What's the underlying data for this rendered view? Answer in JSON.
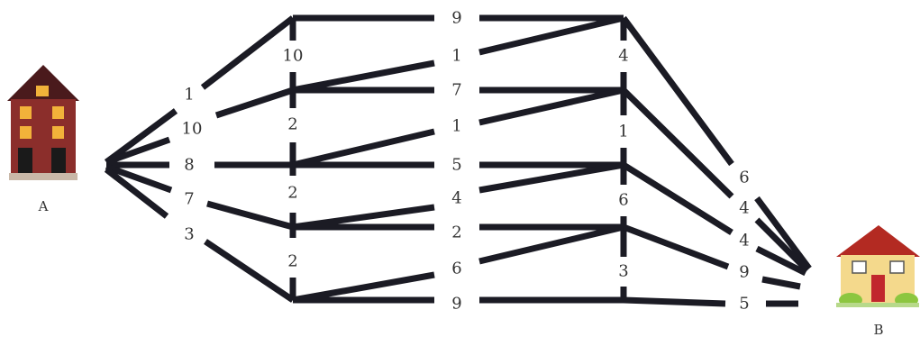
{
  "houses": {
    "start": {
      "label": "A",
      "wall_color": "#8b2e2b",
      "roof_color": "#4a1a1c",
      "window_color": "#f2b23a"
    },
    "end": {
      "label": "B",
      "wall_color": "#f4d98c",
      "roof_color": "#b32a22",
      "door_color": "#c1272d",
      "lawn_color": "#8cc63f"
    }
  },
  "roads": {
    "from_a": [
      {
        "id": "a-1",
        "label": "1"
      },
      {
        "id": "a-2",
        "label": "10"
      },
      {
        "id": "a-3",
        "label": "8"
      },
      {
        "id": "a-4",
        "label": "7"
      },
      {
        "id": "a-5",
        "label": "3"
      }
    ],
    "first_column": [
      {
        "id": "c1-1",
        "label": "10"
      },
      {
        "id": "c1-2",
        "label": "2"
      },
      {
        "id": "c1-3",
        "label": "2"
      },
      {
        "id": "c1-4",
        "label": "2"
      }
    ],
    "middle": [
      {
        "id": "m-1",
        "label": "9"
      },
      {
        "id": "m-2",
        "label": "1"
      },
      {
        "id": "m-3",
        "label": "7"
      },
      {
        "id": "m-4",
        "label": "1"
      },
      {
        "id": "m-5",
        "label": "5"
      },
      {
        "id": "m-6",
        "label": "4"
      },
      {
        "id": "m-7",
        "label": "2"
      },
      {
        "id": "m-8",
        "label": "6"
      },
      {
        "id": "m-9",
        "label": "9"
      }
    ],
    "second_column": [
      {
        "id": "c2-1",
        "label": "4"
      },
      {
        "id": "c2-2",
        "label": "1"
      },
      {
        "id": "c2-3",
        "label": "6"
      },
      {
        "id": "c2-4",
        "label": "3"
      }
    ],
    "to_b": [
      {
        "id": "b-1",
        "label": "6"
      },
      {
        "id": "b-2",
        "label": "4"
      },
      {
        "id": "b-3",
        "label": "4"
      },
      {
        "id": "b-4",
        "label": "9"
      },
      {
        "id": "b-5",
        "label": "5"
      }
    ]
  }
}
